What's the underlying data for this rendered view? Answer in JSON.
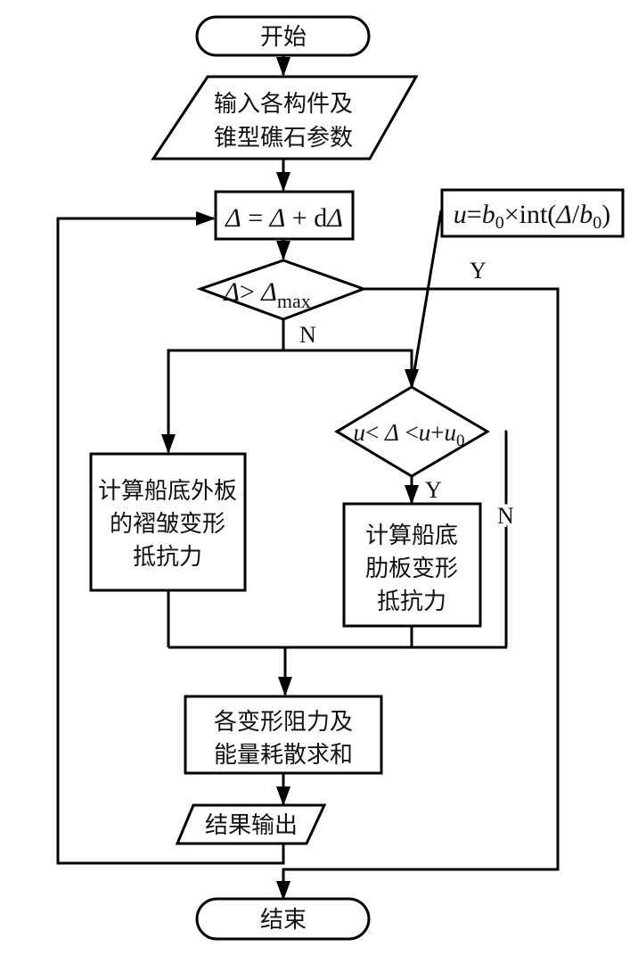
{
  "diagram": {
    "type": "flowchart",
    "nodes": {
      "start": {
        "label": "开始"
      },
      "input": {
        "lines": [
          "输入各构件及",
          "锥型礁石参数"
        ]
      },
      "increment": {
        "parts": [
          "Δ",
          " = ",
          "Δ",
          " + d",
          "Δ"
        ]
      },
      "check_max": {
        "parts": [
          "Δ",
          "> ",
          "Δ",
          "max"
        ]
      },
      "u_def": {
        "parts": [
          "u",
          "=",
          "b",
          "0",
          "×int(",
          "Δ",
          "/",
          "b",
          "0",
          ")"
        ]
      },
      "check_range": {
        "parts": [
          "u",
          "< ",
          "Δ",
          " <",
          "u",
          "+",
          "u",
          "0"
        ]
      },
      "outer_plate": {
        "lines": [
          "计算船底外板",
          "的褶皱变形",
          "抵抗力"
        ]
      },
      "floor_plate": {
        "lines": [
          "计算船底",
          "肋板变形",
          "抵抗力"
        ]
      },
      "sum": {
        "lines": [
          "各变形阻力及",
          "能量耗散求和"
        ]
      },
      "output": {
        "label": "结果输出"
      },
      "end": {
        "label": "结束"
      }
    },
    "edge_labels": {
      "max_yes": "Y",
      "max_no": "N",
      "range_yes": "Y",
      "range_no": "N"
    },
    "edges": [
      {
        "from": "start",
        "to": "input"
      },
      {
        "from": "input",
        "to": "increment"
      },
      {
        "from": "increment",
        "to": "check_max"
      },
      {
        "from": "check_max",
        "to": "end",
        "label": "Y"
      },
      {
        "from": "check_max",
        "to": "outer_plate",
        "label": "N"
      },
      {
        "from": "check_max",
        "to": "check_range",
        "label": "N"
      },
      {
        "from": "u_def",
        "to": "check_range"
      },
      {
        "from": "check_range",
        "to": "floor_plate",
        "label": "Y"
      },
      {
        "from": "check_range",
        "to": "sum",
        "label": "N"
      },
      {
        "from": "outer_plate",
        "to": "sum"
      },
      {
        "from": "floor_plate",
        "to": "sum"
      },
      {
        "from": "sum",
        "to": "output"
      },
      {
        "from": "output",
        "to": "increment"
      }
    ]
  }
}
